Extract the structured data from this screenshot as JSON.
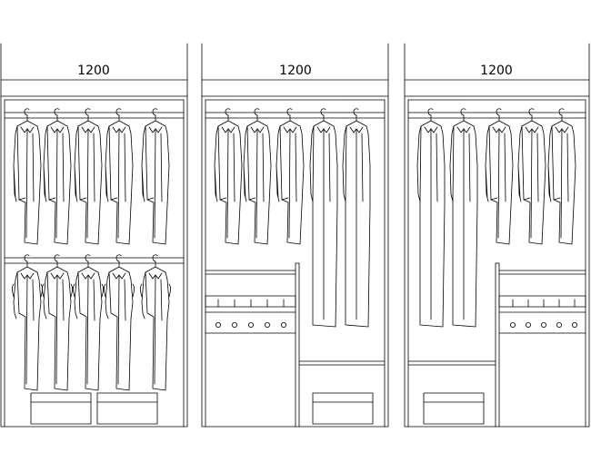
{
  "drawing": {
    "line_color": "#000000",
    "background": "#ffffff",
    "units": [
      {
        "width_label": "1200",
        "layout": "double-hang"
      },
      {
        "width_label": "1200",
        "layout": "hang-drawers-long"
      },
      {
        "width_label": "1200",
        "layout": "long-hang-drawers"
      }
    ]
  }
}
